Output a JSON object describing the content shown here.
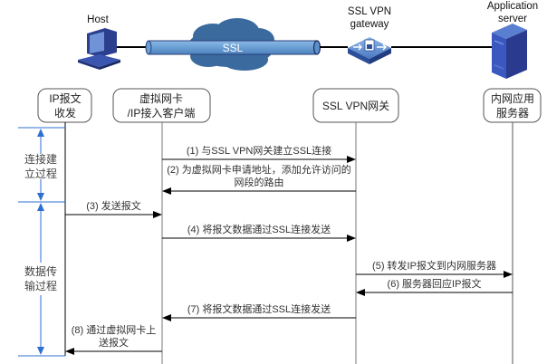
{
  "topology": {
    "host_label": "Host",
    "tunnel_label": "SSL",
    "gateway_label": [
      "SSL VPN",
      "gateway"
    ],
    "server_label": [
      "Application",
      "server"
    ]
  },
  "participants": [
    {
      "id": "ip",
      "lines": [
        "IP报文",
        "收发"
      ]
    },
    {
      "id": "vnic",
      "lines": [
        "虚拟网卡",
        "/IP接入客户端"
      ]
    },
    {
      "id": "gw",
      "lines": [
        "SSL VPN网关"
      ]
    },
    {
      "id": "srv",
      "lines": [
        "内网应用",
        "服务器"
      ]
    }
  ],
  "phases": [
    {
      "name": "connection-setup",
      "lines": [
        "连接建",
        "立过程"
      ]
    },
    {
      "name": "data-transfer",
      "lines": [
        "数据传",
        "输过程"
      ]
    }
  ],
  "messages": [
    {
      "step": 1,
      "from": "vnic",
      "to": "gw",
      "lines": [
        "(1) 与SSL VPN网关建立SSL连接"
      ]
    },
    {
      "step": 2,
      "from": "gw",
      "to": "vnic",
      "lines": [
        "(2) 为虚拟网卡申请地址，添加允许访问的",
        "网段的路由"
      ]
    },
    {
      "step": 3,
      "from": "ip",
      "to": "vnic",
      "lines": [
        "(3) 发送报文"
      ]
    },
    {
      "step": 4,
      "from": "vnic",
      "to": "gw",
      "lines": [
        "(4) 将报文数据通过SSL连接发送"
      ]
    },
    {
      "step": 5,
      "from": "gw",
      "to": "srv",
      "lines": [
        "(5) 转发IP报文到内网服务器"
      ]
    },
    {
      "step": 6,
      "from": "srv",
      "to": "gw",
      "lines": [
        "(6) 服务器回应IP报文"
      ]
    },
    {
      "step": 7,
      "from": "gw",
      "to": "vnic",
      "lines": [
        "(7) 将报文数据通过SSL连接发送"
      ]
    },
    {
      "step": 8,
      "from": "vnic",
      "to": "ip",
      "lines": [
        "(8) 通过虚拟网卡上",
        "送报文"
      ]
    }
  ],
  "colors": {
    "phase_marker": "#2e6fd0",
    "device_blue": "#3a5fb0",
    "cloud": "#3a6a9e",
    "tunnel": "#6a9fd4"
  }
}
